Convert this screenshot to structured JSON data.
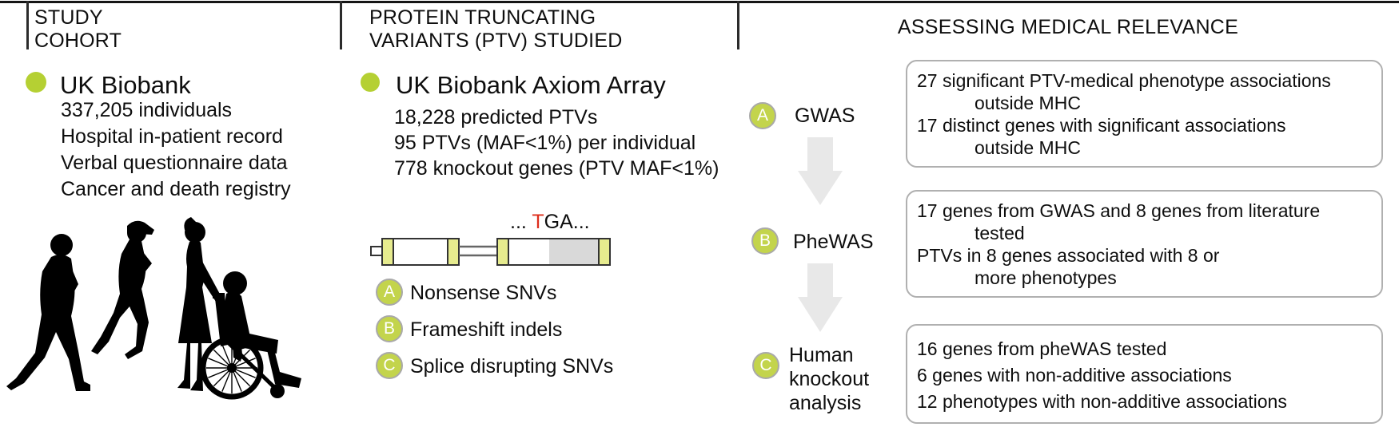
{
  "colors": {
    "accent_green": "#b5d033",
    "badge_green": "#c3d44c",
    "badge_border": "#a9a9a9",
    "exon_cap_yellow": "#e6eb8e",
    "exon_grey": "#d9d9d9",
    "arrow_grey": "#e8e8e8",
    "box_border": "#b0b0b0",
    "stop_codon_red": "#dd2e1c"
  },
  "cohort": {
    "header": [
      "STUDY",
      "COHORT"
    ],
    "title": "UK Biobank",
    "details": [
      "337,205 individuals",
      "Hospital in-patient record",
      "Verbal questionnaire data",
      "Cancer and death registry"
    ],
    "silhouette_icons": [
      "walking-man-icon",
      "jogger-icon",
      "woman-pushing-icon",
      "wheelchair-user-icon"
    ]
  },
  "ptv": {
    "header": [
      "PROTEIN TRUNCATING",
      "VARIANTS (PTV) STUDIED"
    ],
    "title": "UK Biobank Axiom Array",
    "details": [
      "18,228 predicted PTVs",
      "95 PTVs (MAF<1%) per individual",
      "778 knockout genes (PTV MAF<1%)"
    ],
    "codon": {
      "prefix": "... ",
      "stop": "T",
      "suffix": "GA..."
    },
    "variant_types": [
      {
        "letter": "A",
        "label": "Nonsense SNVs"
      },
      {
        "letter": "B",
        "label": "Frameshift indels"
      },
      {
        "letter": "C",
        "label": "Splice disrupting SNVs"
      }
    ]
  },
  "relevance": {
    "header": "ASSESSING MEDICAL RELEVANCE",
    "steps": [
      {
        "letter": "A",
        "label_lines": [
          "GWAS"
        ],
        "results": [
          {
            "text": "27 significant PTV-medical phenotype associations",
            "indent": false
          },
          {
            "text": "outside MHC",
            "indent": true
          },
          {
            "text": "17 distinct genes with significant associations",
            "indent": false
          },
          {
            "text": "outside MHC",
            "indent": true
          }
        ]
      },
      {
        "letter": "B",
        "label_lines": [
          "PheWAS"
        ],
        "results": [
          {
            "text": "17 genes from GWAS and 8 genes from literature",
            "indent": false
          },
          {
            "text": "tested",
            "indent": true
          },
          {
            "text": "PTVs in 8 genes associated with 8 or",
            "indent": false
          },
          {
            "text": "more phenotypes",
            "indent": true
          }
        ]
      },
      {
        "letter": "C",
        "label_lines": [
          "Human",
          "knockout",
          "analysis"
        ],
        "results": [
          {
            "text": "16 genes from pheWAS tested",
            "indent": false
          },
          {
            "text": "6 genes with non-additive associations",
            "indent": false
          },
          {
            "text": "12 phenotypes with non-additive associations",
            "indent": false
          }
        ]
      }
    ]
  }
}
